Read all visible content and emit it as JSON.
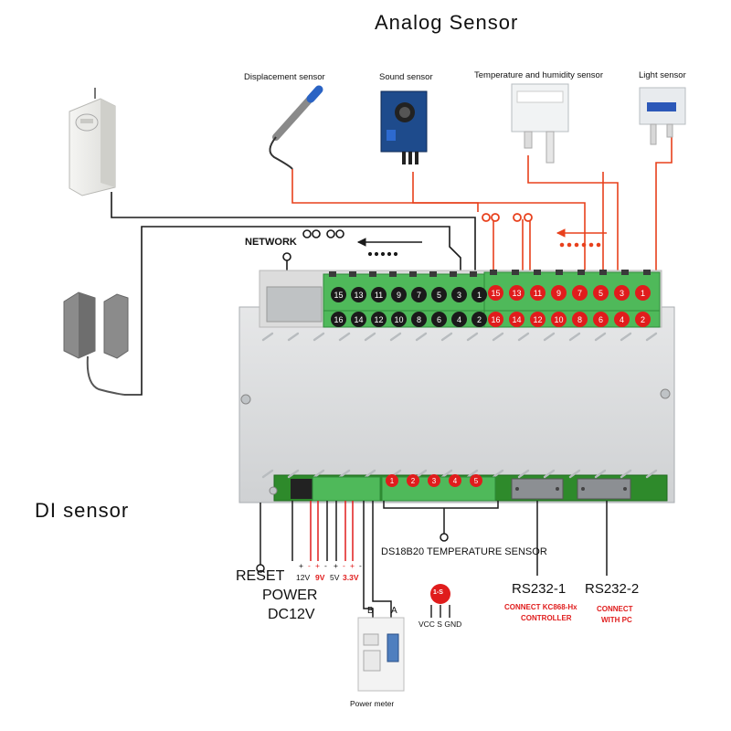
{
  "titles": {
    "analog": "Analog Sensor",
    "di": "DI sensor"
  },
  "sensors": {
    "displacement": "Displacement sensor",
    "sound": "Sound sensor",
    "temp_humidity": "Temperature and humidity sensor",
    "light": "Light sensor"
  },
  "network_label": "NETWORK",
  "top_terminals": {
    "left_upper": [
      "15",
      "13",
      "11",
      "9",
      "7",
      "5",
      "3",
      "1"
    ],
    "left_lower": [
      "16",
      "14",
      "12",
      "10",
      "8",
      "6",
      "4",
      "2"
    ],
    "right_upper": [
      "15",
      "13",
      "11",
      "9",
      "7",
      "5",
      "3",
      "1"
    ],
    "right_lower": [
      "16",
      "14",
      "12",
      "10",
      "8",
      "6",
      "4",
      "2"
    ]
  },
  "bottom_terminals": {
    "sensor_ports": [
      "1",
      "2",
      "3",
      "4",
      "5"
    ]
  },
  "power_pins": {
    "signs": [
      "+",
      "-",
      "+",
      "-",
      "+",
      "-",
      "+",
      "-"
    ],
    "voltages": [
      "12V",
      "9V",
      "5V",
      "3.3V"
    ]
  },
  "labels": {
    "reset": "RESET",
    "power": "POWER",
    "dc12v": "DC12V",
    "ds18b20": "DS18B20 TEMPERATURE SENSOR",
    "ds_badge": "1-S",
    "ds_pins": "VCC  S  GND",
    "rs232_1": "RS232-1",
    "rs232_1_note": [
      "CONNECT KC868-Hx",
      "CONTROLLER"
    ],
    "rs232_2": "RS232-2",
    "rs232_2_note": [
      "CONNECT",
      "WITH PC"
    ],
    "power_meter": "Power  meter",
    "meter_b": "B",
    "meter_a": "A"
  },
  "colors": {
    "wire_red": "#e8401c",
    "wire_black": "#1a1a1a",
    "terminal_green": "#4fb95a",
    "badge_red": "#e01c1c"
  }
}
